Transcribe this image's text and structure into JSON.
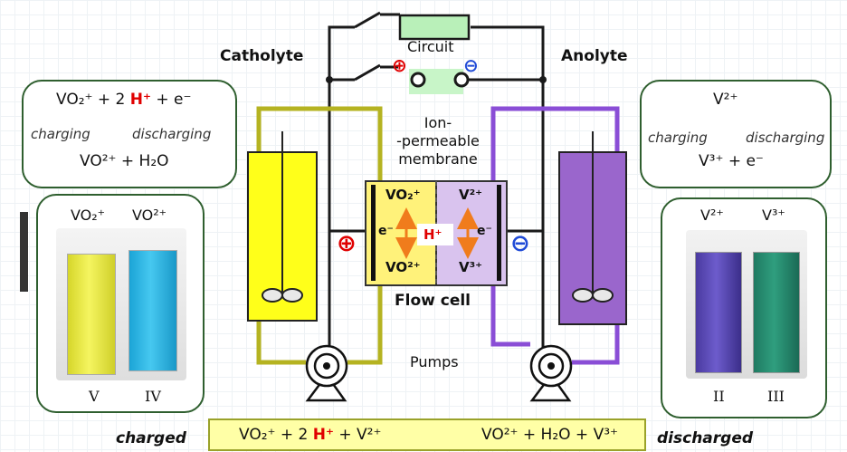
{
  "labels": {
    "catholyte": "Catholyte",
    "anolyte": "Anolyte",
    "circuit": "Circuit",
    "membrane": [
      "Ion-",
      "-permeable",
      "membrane"
    ],
    "flow_cell": "Flow cell",
    "pumps": "Pumps",
    "charged": "charged",
    "discharged": "discharged"
  },
  "left_equation": {
    "top": "VO₂⁺ + 2 ",
    "hplus": "H⁺",
    "top_tail": " + e⁻",
    "charging": "charging",
    "discharging": "discharging",
    "bottom": "VO²⁺ + H₂O"
  },
  "right_equation": {
    "top": "V²⁺",
    "charging": "charging",
    "discharging": "discharging",
    "bottom": "V³⁺ + e⁻"
  },
  "left_vials": {
    "species_a": "VO₂⁺",
    "species_b": "VO²⁺",
    "numeral_a": "V",
    "numeral_b": "IV"
  },
  "right_vials": {
    "species_a": "V²⁺",
    "species_b": "V³⁺",
    "numeral_a": "II",
    "numeral_b": "III"
  },
  "cell": {
    "left_top": "VO₂⁺",
    "left_bottom": "VO²⁺",
    "right_top": "V²⁺",
    "right_bottom": "V³⁺",
    "electron_left": "e⁻",
    "electron_right": "e⁻",
    "proton": "H⁺"
  },
  "overall": {
    "left_a": "VO₂⁺ + 2 ",
    "hplus": "H⁺",
    "left_b": " + V²⁺",
    "right": "VO²⁺ + H₂O + V³⁺"
  },
  "signs": {
    "plus": "⊕",
    "minus": "⊖"
  },
  "colors": {
    "catholyte_tank": "#ffff1a",
    "catholyte_pipe": "#b5b321",
    "anolyte_tank": "#9a66cc",
    "anolyte_pipe": "#8a4ed6",
    "cell_left": "#fff27a",
    "cell_right": "#d9c3ee",
    "arrow_orange": "#f07c1c",
    "box_border": "#2f5f2f",
    "positive": "#e00000",
    "negative": "#1f4ad6"
  },
  "icons": [
    "switch-icon",
    "resistor-icon",
    "terminal-icon",
    "pump-icon",
    "stirrer-icon"
  ]
}
